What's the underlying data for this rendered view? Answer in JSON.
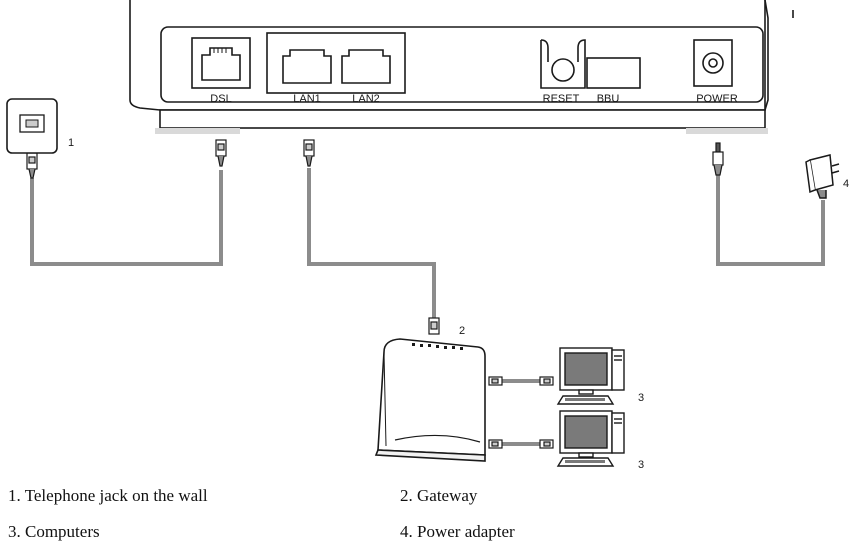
{
  "device": {
    "port_labels": {
      "dsl": "DSL",
      "lan1": "LAN1",
      "lan2": "LAN2",
      "reset": "RESET",
      "bbu": "BBU",
      "power": "POWER"
    }
  },
  "callouts": {
    "telephone_jack": "1",
    "gateway": "2",
    "computer_top": "3",
    "computer_bottom": "3",
    "power_adapter": "4"
  },
  "legend": [
    {
      "text": "1. Telephone jack on the wall"
    },
    {
      "text": "2. Gateway"
    },
    {
      "text": "3. Computers"
    },
    {
      "text": "4. Power adapter"
    }
  ],
  "colors": {
    "line": "#1a1a1a",
    "cable": "#8c8c8c",
    "screen": "#7a7a7a"
  },
  "icons": [
    "telephone-jack-icon",
    "rj11-plug-icon",
    "rj45-plug-icon",
    "dc-plug-icon",
    "power-adapter-icon",
    "gateway-icon",
    "computer-icon"
  ]
}
